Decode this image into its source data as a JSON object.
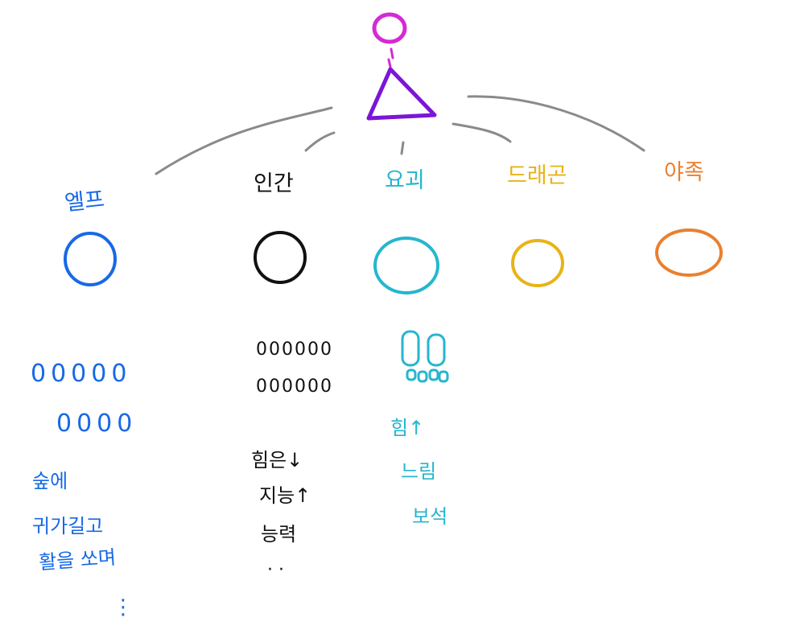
{
  "colors": {
    "root": "#d42ad4",
    "root_body": "#7a16d8",
    "connector": "#8a8a8a",
    "elf": "#1769e6",
    "human": "#111111",
    "dwarf": "#25b6cf",
    "dragon": "#e8b319",
    "beast": "#e98030"
  },
  "groups": {
    "elf": {
      "label": "엘프",
      "counts": "00000",
      "counts2": "0000",
      "traits": [
        "숲에",
        "귀가길고",
        "활을 쏘며"
      ],
      "ellipsis": "⋮"
    },
    "human": {
      "label": "인간",
      "counts": "000000",
      "counts2": "000000",
      "traits": [
        "힘은↓",
        "지능↑",
        "능력"
      ],
      "ellipsis": "·  ·"
    },
    "dwarf": {
      "label": "요괴",
      "traits": [
        "힘↑",
        "느림",
        "보석"
      ],
      "feet": "dwarf-feet-icon"
    },
    "dragon": {
      "label": "드래곤"
    },
    "beast": {
      "label": "야족"
    }
  }
}
